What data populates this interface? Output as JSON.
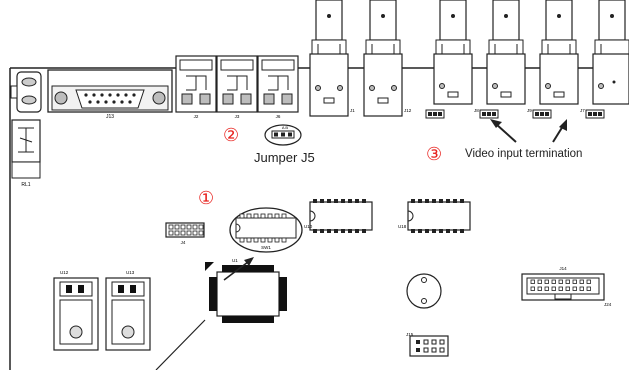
{
  "diagram": {
    "title": "",
    "colors": {
      "annotation_number": "#e8231f",
      "label": "#222222",
      "outline": "#222222",
      "pad_gray": "#bdbdbd"
    },
    "annotations": {
      "marker_1": "①",
      "marker_2": "②",
      "marker_3": "③",
      "jumper_label": "Jumper J5",
      "video_label": "Video input termination"
    },
    "silkscreen": {
      "conn_db": "J13",
      "rj_1": "J2",
      "rj_2": "J3",
      "rj_3": "J6",
      "bnc_1": "J1",
      "bnc_2": "J12",
      "bnc_3": "J8",
      "bnc_4": "J9",
      "bnc_5": "J7",
      "jumper_j5": "J5",
      "jumper_pins": "A B",
      "relay": "RL1",
      "header_j4": "J4",
      "dip_sw1": "SW1",
      "ic_u1": "U1",
      "ic_u10": "U10",
      "ic_u18": "U18",
      "reg_u12": "U12",
      "reg_u13": "U13",
      "idc_j14": "J14",
      "j15": "J15",
      "p_j24": "J24"
    }
  }
}
